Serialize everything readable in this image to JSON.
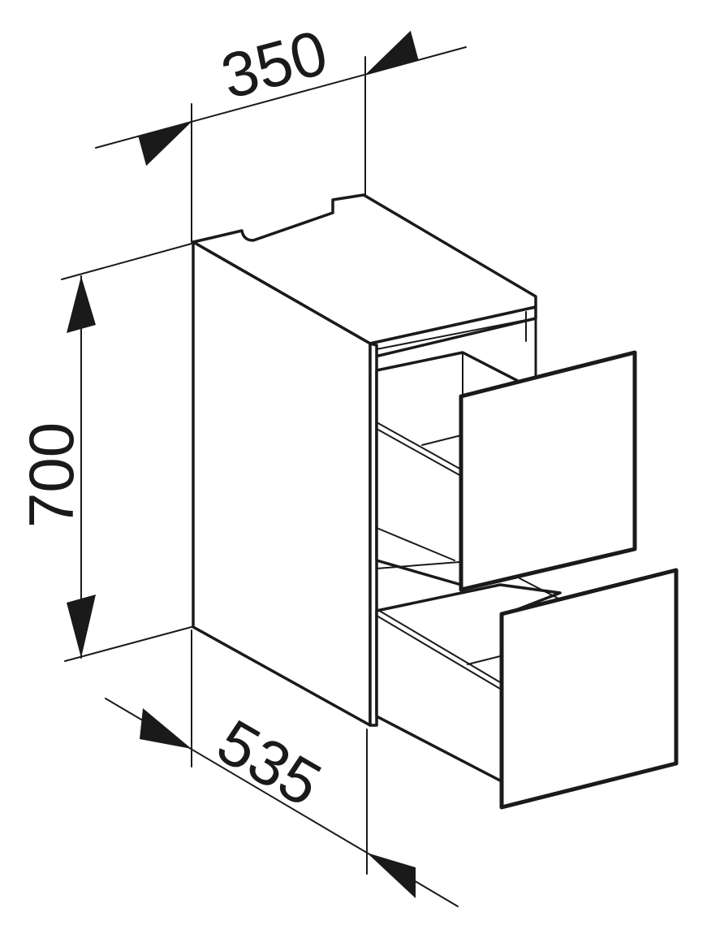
{
  "dimensions": {
    "width": "350",
    "height": "700",
    "depth": "535"
  }
}
